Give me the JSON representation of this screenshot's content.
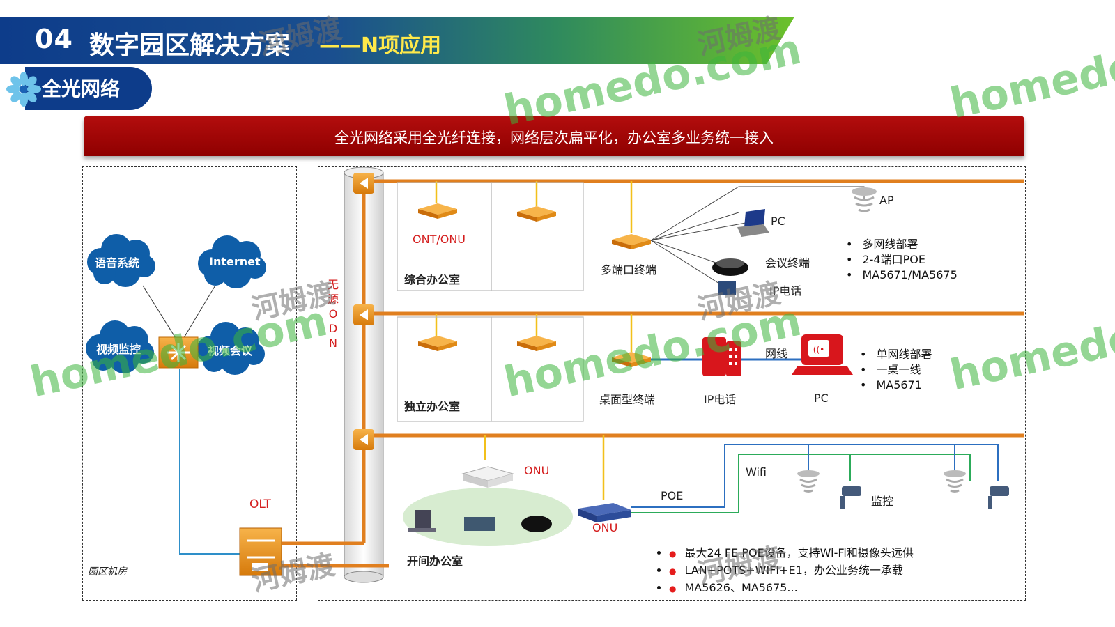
{
  "header": {
    "number": "04",
    "title": "数字园区解决方案",
    "subtitle": "——N项应用",
    "colors": {
      "navy": "#0d3c8a",
      "green": "#58b62d",
      "accent_yellow": "#ffe94a"
    }
  },
  "section": {
    "label": "全光网络"
  },
  "banner": {
    "text": "全光网络采用全光纤连接，网络层次扁平化，办公室多业务统一接入",
    "color": "#a10808"
  },
  "left_panel": {
    "clouds": [
      "语音系统",
      "Internet",
      "视频监控",
      "视频会议"
    ],
    "olt_label": "OLT",
    "room_label": "园区机房"
  },
  "odn": {
    "label": [
      "无",
      "源",
      "O",
      "D",
      "N"
    ]
  },
  "row1": {
    "ont_label": "ONT/ONU",
    "office_label": "综合办公室",
    "terminal_label": "多端口终端",
    "pc_label": "PC",
    "meeting_label": "会议终端",
    "ipphone_label": "IP电话",
    "ap_label": "AP",
    "bullets": [
      "多网线部署",
      "2-4端口POE",
      "MA5671/MA5675"
    ]
  },
  "row2": {
    "office_label": "独立办公室",
    "terminal_label": "桌面型终端",
    "ipphone_label": "IP电话",
    "cable_label": "网线",
    "pc_label": "PC",
    "bullets": [
      "单网线部署",
      "一桌一线",
      "MA5671"
    ]
  },
  "row3": {
    "onu_label": "ONU",
    "office_label": "开间办公室",
    "onu2_label": "ONU",
    "poe_label": "POE",
    "wifi_label": "Wifi",
    "monitor_label": "监控",
    "bullets": [
      "最大24 FE POE设备，支持Wi-Fi和摄像头远供",
      "LAN+POTS+WIFI+E1，办公业务统一承载",
      "MA5626、MA5675..."
    ]
  },
  "watermarks": {
    "brand": "homedo.com",
    "cn": "河姆渡"
  }
}
